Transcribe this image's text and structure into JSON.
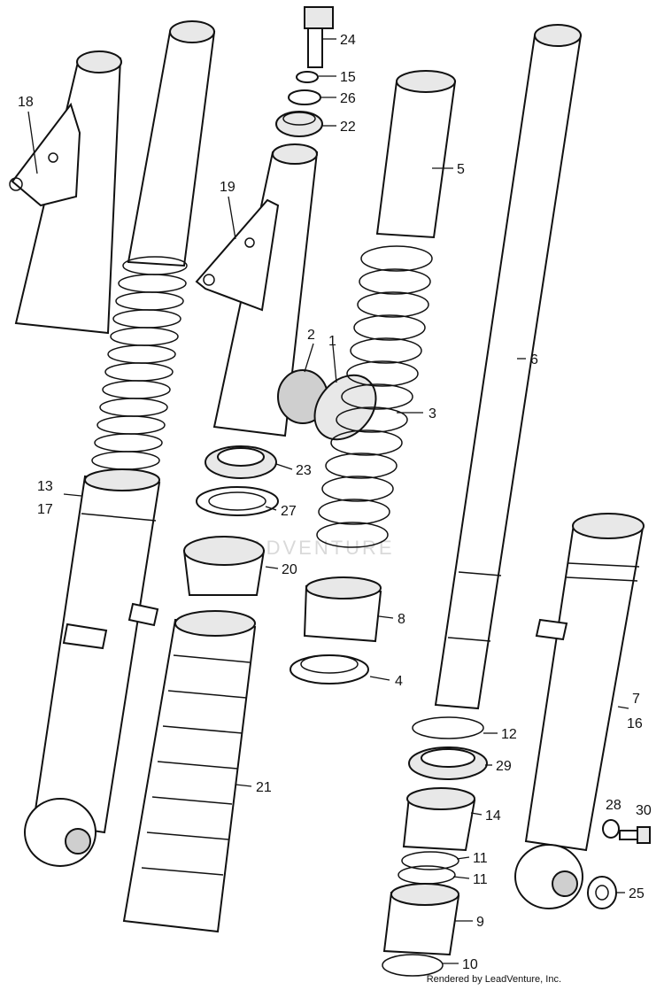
{
  "watermark": "LEADVENTURE",
  "credit": "Rendered by LeadVenture, Inc.",
  "callouts": {
    "c1": "1",
    "c2": "2",
    "c3": "3",
    "c4": "4",
    "c5": "5",
    "c6": "6",
    "c7": "7",
    "c16": "16",
    "c8": "8",
    "c9": "9",
    "c10": "10",
    "c11a": "11",
    "c11b": "11",
    "c12": "12",
    "c13": "13",
    "c17": "17",
    "c14": "14",
    "c15": "15",
    "c18": "18",
    "c19": "19",
    "c20": "20",
    "c21": "21",
    "c22": "22",
    "c23": "23",
    "c24": "24",
    "c25": "25",
    "c26": "26",
    "c27": "27",
    "c28": "28",
    "c29": "29",
    "c30": "30"
  }
}
